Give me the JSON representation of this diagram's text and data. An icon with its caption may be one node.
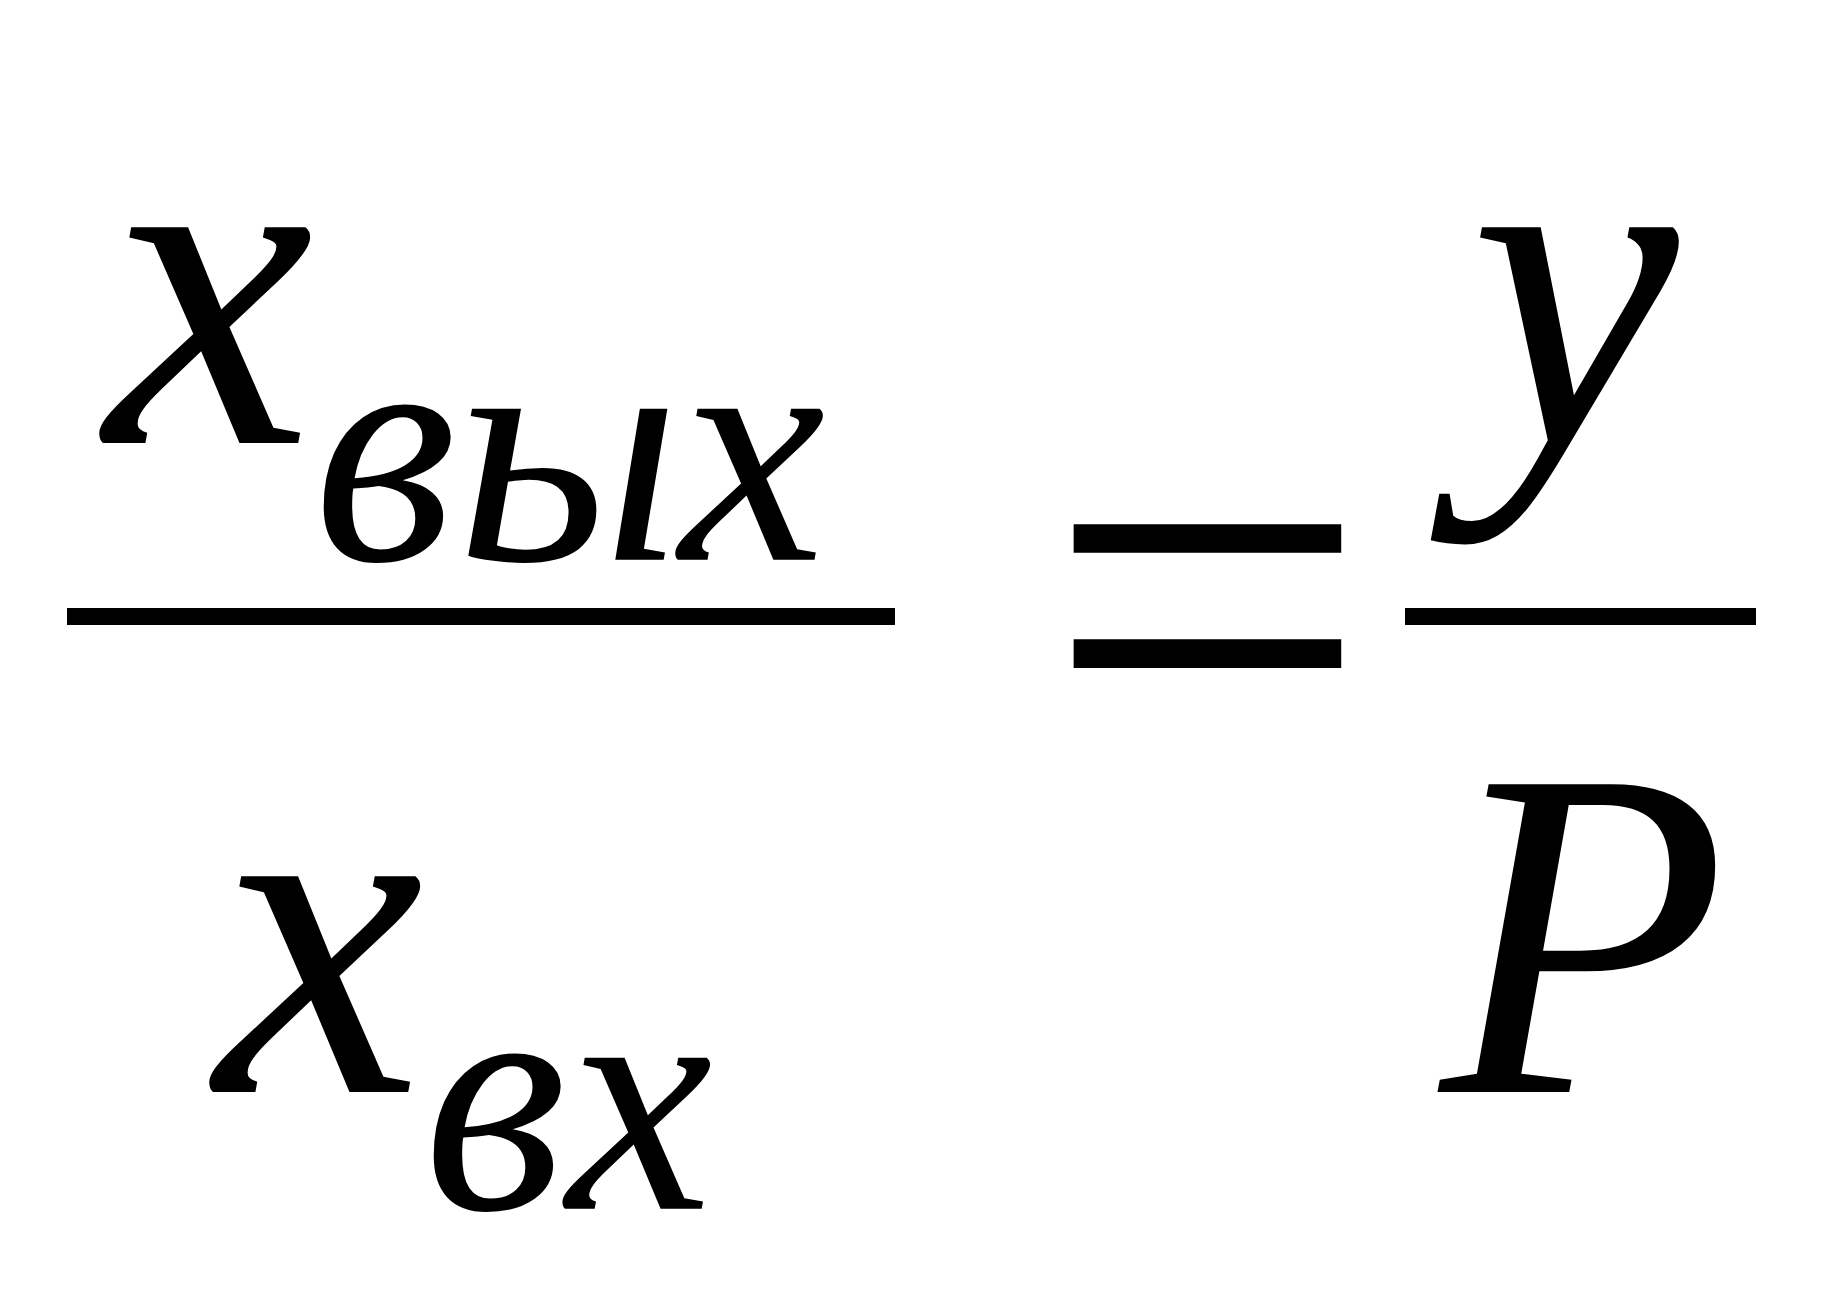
{
  "diagram": {
    "labels": [
      "x$_{вых}$",
      "=",
      "y",
      "x$_{вх}$",
      "P"
    ]
  }
}
